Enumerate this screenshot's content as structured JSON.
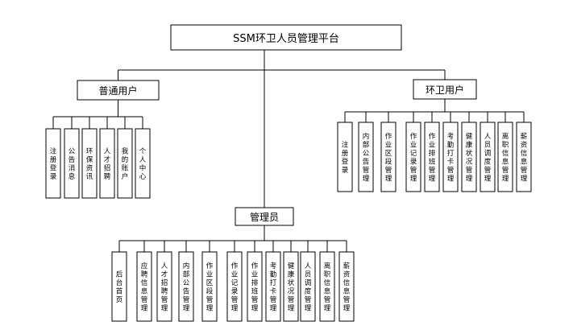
{
  "root": {
    "label": "SSM环卫人员管理平台"
  },
  "groups": [
    {
      "id": "ordinary",
      "label": "普通用户",
      "children": [
        "注册登录",
        "公告消息",
        "环保资讯",
        "人才招聘",
        "我的账户",
        "个人中心"
      ]
    },
    {
      "id": "sanitation",
      "label": "环卫用户",
      "children": [
        "注册登录",
        "内部公告管理",
        "作业区段管理",
        "作业记录管理",
        "作业排班管理",
        "考勤打卡管理",
        "健康状况管理",
        "人员调度管理",
        "离职信息管理",
        "薪资信息管理"
      ]
    },
    {
      "id": "admin",
      "label": "管理员",
      "children": [
        "后台首页",
        "应聘信息管理",
        "人才招聘管理",
        "内部公告管理",
        "作业区段管理",
        "作业记录管理",
        "作业排班管理",
        "考勤打卡管理",
        "健康状况管理",
        "人员调度管理",
        "离职信息管理",
        "薪资信息管理"
      ]
    }
  ]
}
